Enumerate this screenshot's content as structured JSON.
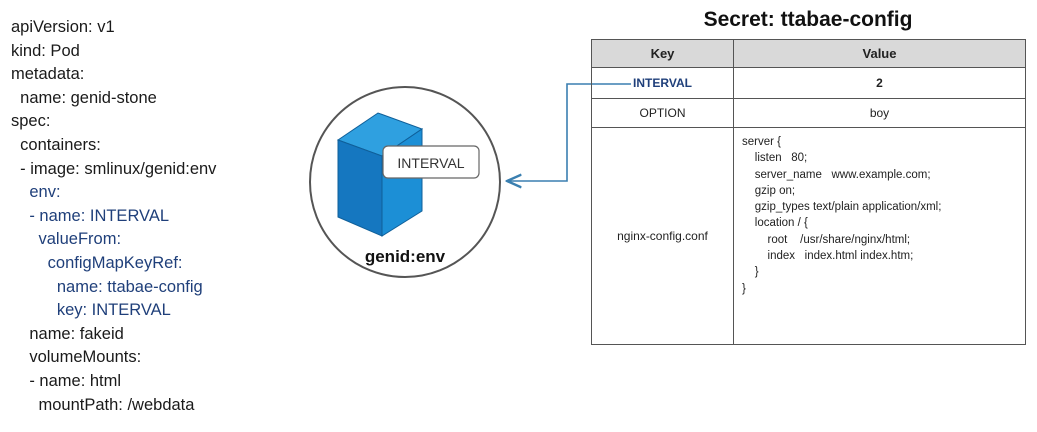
{
  "yaml_lines": [
    {
      "text": "apiVersion: v1",
      "highlight": false
    },
    {
      "text": "kind: Pod",
      "highlight": false
    },
    {
      "text": "metadata:",
      "highlight": false
    },
    {
      "text": "  name: genid-stone",
      "highlight": false
    },
    {
      "text": "spec:",
      "highlight": false
    },
    {
      "text": "  containers:",
      "highlight": false
    },
    {
      "text": "  - image: smlinux/genid:env",
      "highlight": false
    },
    {
      "text": "    env:",
      "highlight": true
    },
    {
      "text": "    - name: INTERVAL",
      "highlight": true
    },
    {
      "text": "      valueFrom:",
      "highlight": true
    },
    {
      "text": "        configMapKeyRef:",
      "highlight": true
    },
    {
      "text": "          name: ttabae-config",
      "highlight": true
    },
    {
      "text": "          key: INTERVAL",
      "highlight": true
    },
    {
      "text": "    name: fakeid",
      "highlight": false
    },
    {
      "text": "    volumeMounts:",
      "highlight": false
    },
    {
      "text": "    - name: html",
      "highlight": false
    },
    {
      "text": "      mountPath: /webdata",
      "highlight": false
    }
  ],
  "pod": {
    "label": "genid:env",
    "env_label": "INTERVAL"
  },
  "secret": {
    "title": "Secret: ttabae-config",
    "headers": {
      "key": "Key",
      "value": "Value"
    },
    "rows": [
      {
        "key": "INTERVAL",
        "value": "2"
      },
      {
        "key": "OPTION",
        "value": "boy"
      },
      {
        "key": "nginx-config.conf"
      }
    ],
    "config_lines": [
      "server {",
      "    listen   80;",
      "    server_name   www.example.com;",
      "    gzip on;",
      "    gzip_types text/plain application/xml;",
      "    location / {",
      "        root    /usr/share/nginx/html;",
      "        index   index.html index.htm;",
      "    }",
      "}"
    ]
  },
  "colors": {
    "cube_top": "#2fa0e0",
    "cube_left": "#1577c0",
    "cube_right": "#1c8fd6",
    "arrow": "#3a7fb0",
    "highlight_text": "#1f3f7a",
    "header_bg": "#d9d9d9"
  }
}
